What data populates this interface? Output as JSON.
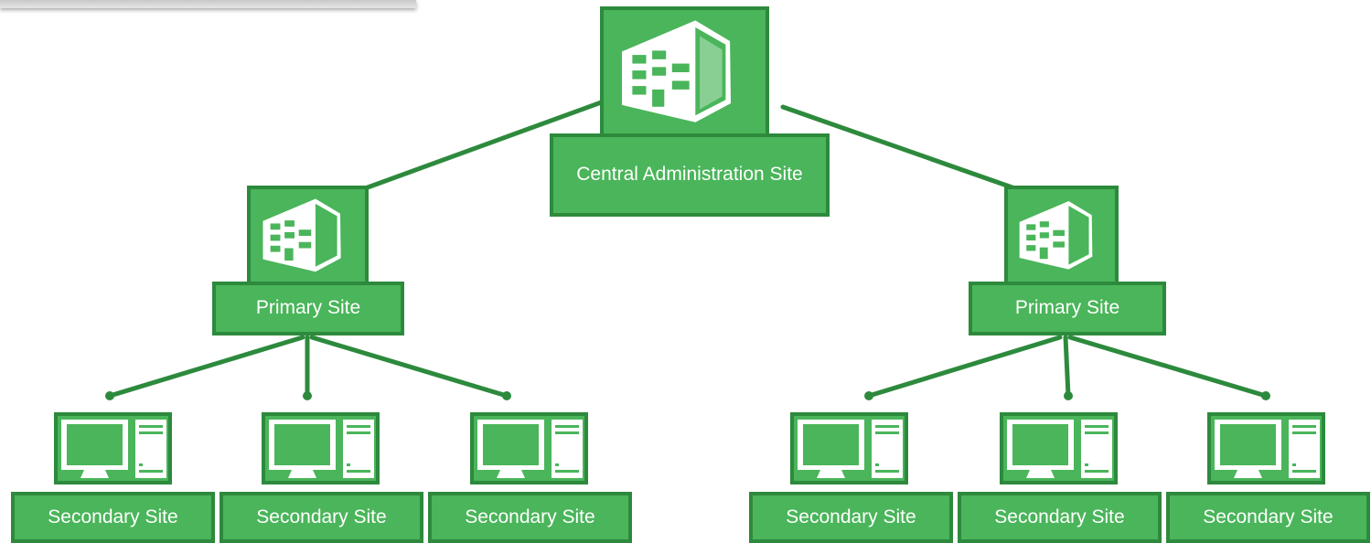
{
  "diagram": {
    "central": {
      "label": "Central Administration Site",
      "icon": "office-building-icon"
    },
    "primaries": [
      {
        "label": "Primary Site",
        "icon": "office-building-icon"
      },
      {
        "label": "Primary Site",
        "icon": "office-building-icon"
      }
    ],
    "secondaries": [
      {
        "label": "Secondary Site",
        "icon": "desktop-computer-icon"
      },
      {
        "label": "Secondary Site",
        "icon": "desktop-computer-icon"
      },
      {
        "label": "Secondary Site",
        "icon": "desktop-computer-icon"
      },
      {
        "label": "Secondary Site",
        "icon": "desktop-computer-icon"
      },
      {
        "label": "Secondary Site",
        "icon": "desktop-computer-icon"
      },
      {
        "label": "Secondary Site",
        "icon": "desktop-computer-icon"
      }
    ]
  },
  "colors": {
    "fill": "#4ab55a",
    "border": "#2d8a3d",
    "text": "#ffffff"
  }
}
